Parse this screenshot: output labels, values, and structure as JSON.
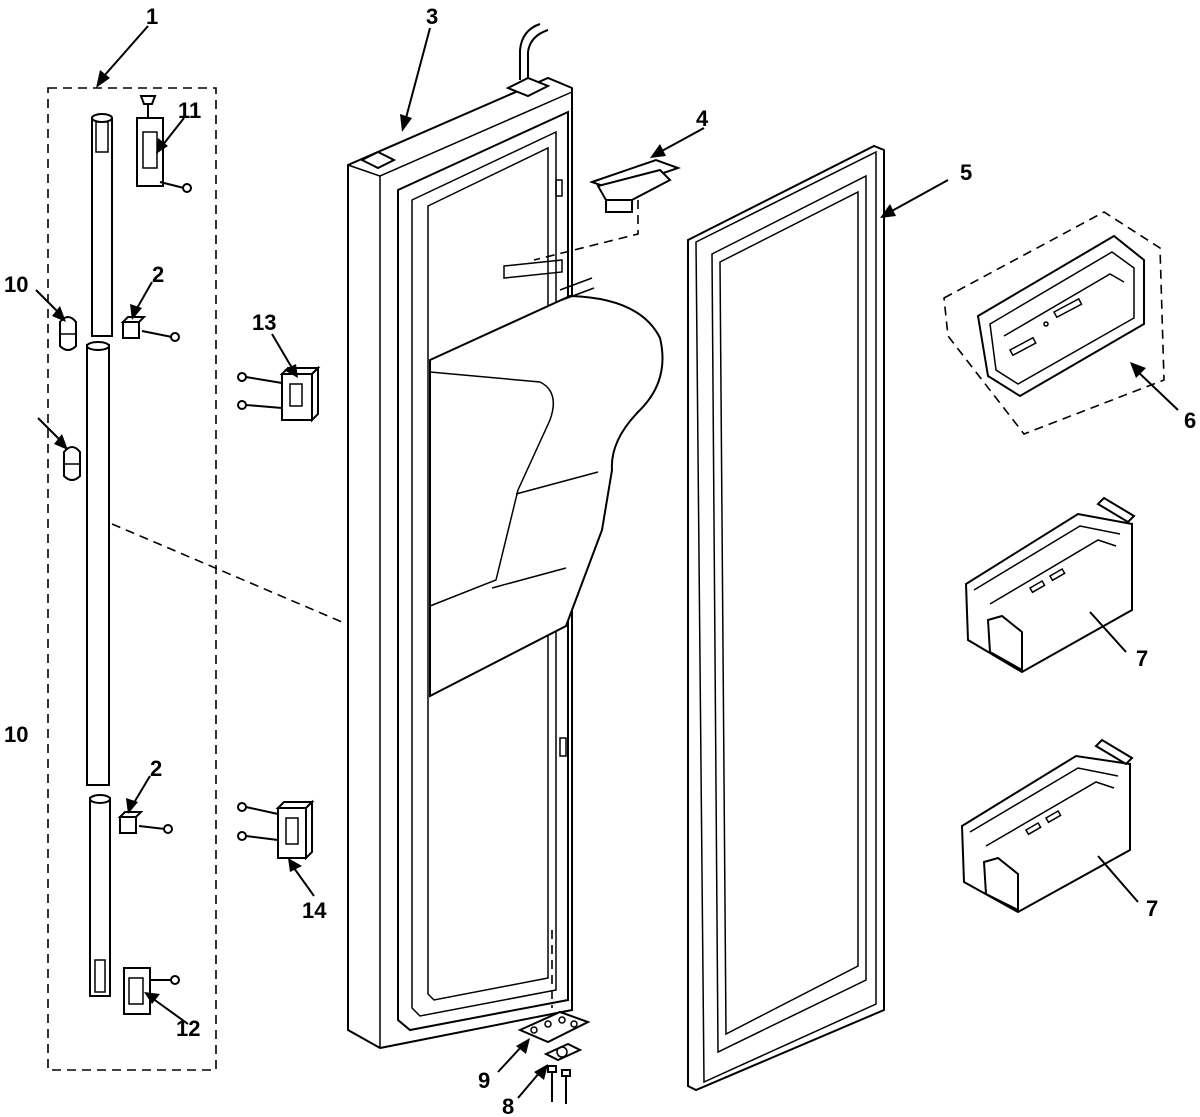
{
  "callouts": {
    "c1": "1",
    "c2a": "2",
    "c2b": "2",
    "c3": "3",
    "c4": "4",
    "c5": "5",
    "c6": "6",
    "c7a": "7",
    "c7b": "7",
    "c8": "8",
    "c9": "9",
    "c10a": "10",
    "c10b": "10",
    "c11": "11",
    "c12": "12",
    "c13": "13",
    "c14": "14"
  }
}
